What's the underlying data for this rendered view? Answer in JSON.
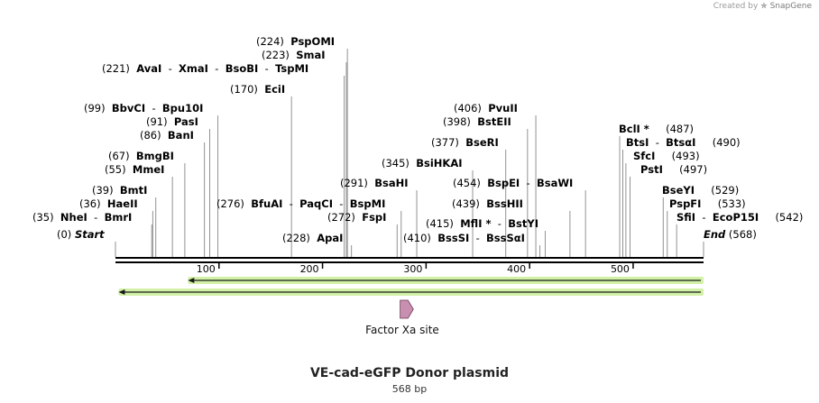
{
  "credit": {
    "prefix": "Created by",
    "brand": "SnapGene"
  },
  "plasmid": {
    "name": "VE-cad-eGFP Donor plasmid",
    "length_label": "568 bp",
    "length": 568
  },
  "scale": {
    "ticks": [
      100,
      200,
      300,
      400,
      500
    ]
  },
  "ends": [
    {
      "pos": 0,
      "paren": "(0)",
      "label": "Start"
    },
    {
      "pos": 568,
      "paren": "(568)",
      "label": "End"
    }
  ],
  "site_rows": [
    {
      "paren": "(35)",
      "names": [
        "NheI",
        "BmrI"
      ],
      "pos": [
        35,
        36
      ]
    },
    {
      "paren": "(36)",
      "names": [
        "HaeII"
      ],
      "pos": [
        36
      ]
    },
    {
      "paren": "(39)",
      "names": [
        "BmtI"
      ],
      "pos": [
        39
      ]
    },
    {
      "paren": "(55)",
      "names": [
        "MmeI"
      ],
      "pos": [
        55
      ]
    },
    {
      "paren": "(67)",
      "names": [
        "BmgBI"
      ],
      "pos": [
        67
      ]
    },
    {
      "paren": "(86)",
      "names": [
        "BanI"
      ],
      "pos": [
        86
      ]
    },
    {
      "paren": "(91)",
      "names": [
        "PasI"
      ],
      "pos": [
        91
      ]
    },
    {
      "paren": "(99)",
      "names": [
        "BbvCI",
        "Bpu10I"
      ],
      "pos": [
        99,
        99
      ]
    },
    {
      "paren": "(170)",
      "names": [
        "EciI"
      ],
      "pos": [
        170
      ]
    },
    {
      "paren": "(221)",
      "names": [
        "AvaI",
        "XmaI",
        "BsoBI",
        "TspMI"
      ],
      "pos": [
        221,
        221,
        221,
        221
      ]
    },
    {
      "paren": "(223)",
      "names": [
        "SmaI"
      ],
      "pos": [
        223
      ]
    },
    {
      "paren": "(224)",
      "names": [
        "PspOMI"
      ],
      "pos": [
        224
      ]
    },
    {
      "paren": "(228)",
      "names": [
        "ApaI"
      ],
      "pos": [
        228
      ]
    },
    {
      "paren": "(272)",
      "names": [
        "FspI"
      ],
      "pos": [
        272
      ]
    },
    {
      "paren": "(276)",
      "names": [
        "BfuAI",
        "PaqCI",
        "BspMI"
      ],
      "pos": [
        276,
        276,
        276
      ]
    },
    {
      "paren": "(291)",
      "names": [
        "BsaHI"
      ],
      "pos": [
        291
      ]
    },
    {
      "paren": "(345)",
      "names": [
        "BsiHKAI"
      ],
      "pos": [
        345
      ]
    },
    {
      "paren": "(377)",
      "names": [
        "BseRI"
      ],
      "pos": [
        377
      ]
    },
    {
      "paren": "(398)",
      "names": [
        "BstEII"
      ],
      "pos": [
        398
      ]
    },
    {
      "paren": "(406)",
      "names": [
        "PvuII"
      ],
      "pos": [
        406
      ]
    },
    {
      "paren": "(410)",
      "names": [
        "BssSI",
        "BssSαI"
      ],
      "pos": [
        410,
        410
      ]
    },
    {
      "paren": "(415)",
      "names": [
        "MflI *",
        "BstYI"
      ],
      "pos": [
        415,
        415
      ]
    },
    {
      "paren": "(439)",
      "names": [
        "BssHII"
      ],
      "pos": [
        439
      ]
    },
    {
      "paren": "(454)",
      "names": [
        "BspEI",
        "BsaWI"
      ],
      "pos": [
        454,
        454
      ]
    },
    {
      "paren": "(487)",
      "names": [
        "BclI *"
      ],
      "pos": [
        487
      ]
    },
    {
      "paren": "(490)",
      "names": [
        "BtsI",
        "BtsαI"
      ],
      "pos": [
        490,
        490
      ]
    },
    {
      "paren": "(493)",
      "names": [
        "SfcI"
      ],
      "pos": [
        493
      ]
    },
    {
      "paren": "(497)",
      "names": [
        "PstI"
      ],
      "pos": [
        497
      ]
    },
    {
      "paren": "(529)",
      "names": [
        "BseYI"
      ],
      "pos": [
        529
      ]
    },
    {
      "paren": "(533)",
      "names": [
        "PspFI"
      ],
      "pos": [
        533
      ]
    },
    {
      "paren": "(542)",
      "names": [
        "SfiI",
        "EcoP15I"
      ],
      "pos": [
        542,
        542
      ]
    }
  ],
  "features": [
    {
      "name": "",
      "start": 70,
      "end": 568,
      "direction": "reverse",
      "color": "#9ce03c"
    },
    {
      "name": "",
      "start": 3,
      "end": 568,
      "direction": "reverse",
      "color": "#9ce03c"
    },
    {
      "name": "Factor Xa site",
      "start": 275,
      "end": 286,
      "direction": "forward",
      "color": "#c98fb0"
    }
  ],
  "colors": {
    "backbone": "#000000",
    "text": "#000000",
    "cutline": "#777777"
  }
}
